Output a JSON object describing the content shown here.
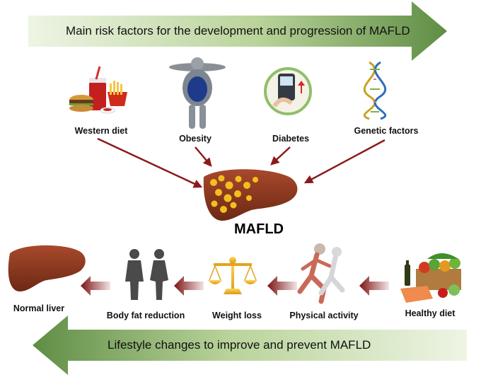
{
  "top_banner": {
    "text": "Main risk factors for the development and progression of MAFLD",
    "color": "#6f9a52"
  },
  "bottom_banner": {
    "text": "Lifestyle changes to improve and prevent MAFLD",
    "color": "#6f9a52"
  },
  "center": {
    "label": "MAFLD"
  },
  "risk_factors": [
    {
      "label": "Western diet",
      "icon": "fast-food-icon"
    },
    {
      "label": "Obesity",
      "icon": "obese-body-icon"
    },
    {
      "label": "Diabetes",
      "icon": "glucometer-icon"
    },
    {
      "label": "Genetic factors",
      "icon": "dna-icon"
    }
  ],
  "lifestyle_steps": [
    {
      "label": "Healthy diet",
      "icon": "healthy-food-icon"
    },
    {
      "label": "Physical activity",
      "icon": "runner-icon"
    },
    {
      "label": "Weight loss",
      "icon": "scale-icon"
    },
    {
      "label": "Body fat reduction",
      "icon": "body-silhouettes-icon"
    },
    {
      "label": "Normal liver",
      "icon": "healthy-liver-icon"
    }
  ],
  "colors": {
    "arrow": "#8b1a1a",
    "liver": "#8c3a22",
    "fat": "#f2c01e",
    "scale": "#f0b82a"
  }
}
